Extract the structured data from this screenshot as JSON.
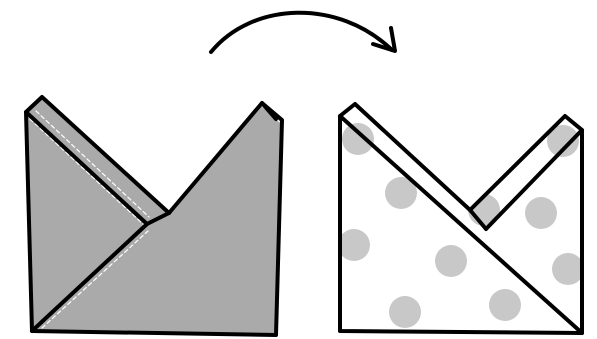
{
  "figure": {
    "panels": [
      {
        "name": "before-fold",
        "fabric": "solid"
      },
      {
        "name": "after-fold",
        "fabric": "polka-dot"
      }
    ],
    "transition_icon": "curved-arrow-right-icon"
  },
  "colors": {
    "background": "#ffffff",
    "outline": "#000000",
    "fabric_gray": "#aaaaaa",
    "fabric_light": "#ffffff",
    "dot": "#c8c8c8",
    "stitch": "#ffffff"
  }
}
